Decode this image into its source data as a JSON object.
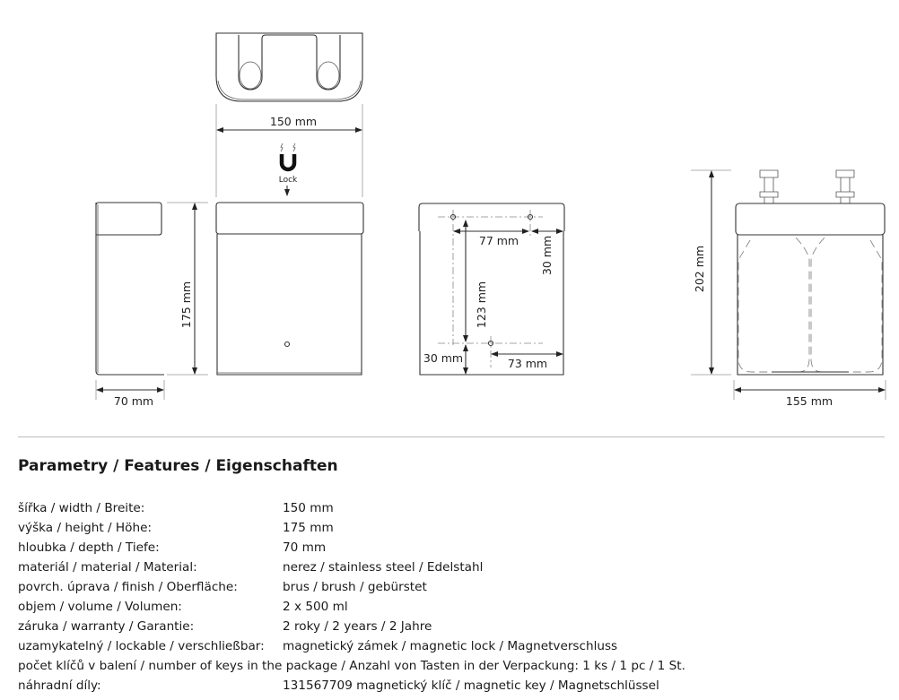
{
  "drawing": {
    "top_width": "150 mm",
    "lock_label": "Lock",
    "height": "175 mm",
    "depth": "70 mm",
    "hole_spacing_horizontal": "77 mm",
    "hole_offset_right": "30 mm",
    "hole_spacing_vertical": "123 mm",
    "hole_offset_bottom": "30 mm",
    "hole_offset_lower_right": "73 mm",
    "total_height": "202 mm",
    "total_width": "155 mm"
  },
  "features": {
    "title": "Parametry / Features / Eigenschaften",
    "rows": [
      {
        "label": "šířka / width / Breite:",
        "value": "150 mm"
      },
      {
        "label": "výška / height / Höhe:",
        "value": "175 mm"
      },
      {
        "label": "hloubka / depth / Tiefe:",
        "value": "70 mm"
      },
      {
        "label": "materiál / material / Material:",
        "value": "nerez / stainless steel / Edelstahl"
      },
      {
        "label": "povrch. úprava / finish / Oberfläche:",
        "value": "brus / brush / gebürstet"
      },
      {
        "label": "objem / volume / Volumen:",
        "value": "2 x 500 ml"
      },
      {
        "label": "záruka / warranty / Garantie:",
        "value": "2 roky / 2 years / 2 Jahre"
      },
      {
        "label": "uzamykatelný / lockable / verschließbar:",
        "value": "magnetický zámek / magnetic lock / Magnetverschluss"
      },
      {
        "label": "počet klíčů v balení / number of keys in the package / Anzahl von Tasten in der Verpackung: 1 ks / 1 pc / 1 St."
      },
      {
        "label": "náhradní díly:",
        "value": "131567709 magnetický klíč / magnetic key / Magnetschlüssel"
      }
    ]
  }
}
